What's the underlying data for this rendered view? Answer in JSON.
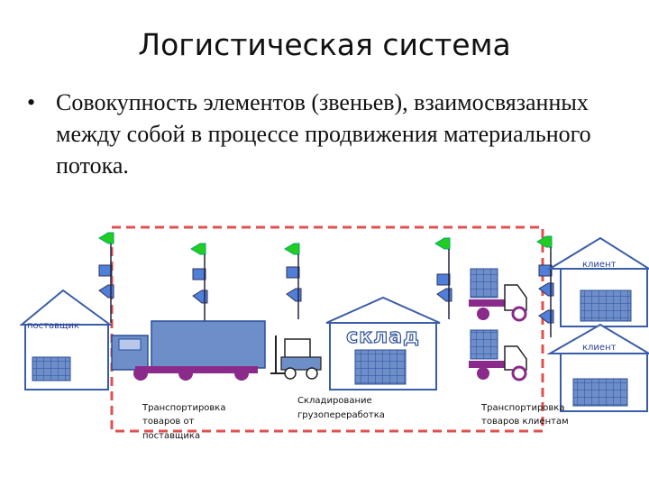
{
  "title": "Логистическая система",
  "bullet": {
    "marker": "•",
    "text": "Совокупность элементов (звеньев), взаимосвязанных между собой в процессе продвижения материального потока."
  },
  "diagram": {
    "supplier_label": "поставщик",
    "warehouse_sign": "склад",
    "client_top_label": "клиент",
    "client_bottom_label": "клиент",
    "stage1_caption": [
      "Транспортировка",
      "товаров от",
      "поставщика"
    ],
    "stage2_caption": [
      "Складирование",
      "грузопереработка"
    ],
    "stage3_caption": [
      "Транспортировка",
      "товаров клиентам"
    ]
  },
  "colors": {
    "boundary": "#e05050",
    "building_fill": "#ffffff",
    "building_stroke": "#3a5da8",
    "window_fill": "#6d8ec9",
    "truck_body": "#6d8ec9",
    "truck_chassis": "#8a2a8a",
    "flag_green": "#22cc22",
    "flag_blue": "#4f7fd9",
    "label_text": "#2a3f9a"
  }
}
